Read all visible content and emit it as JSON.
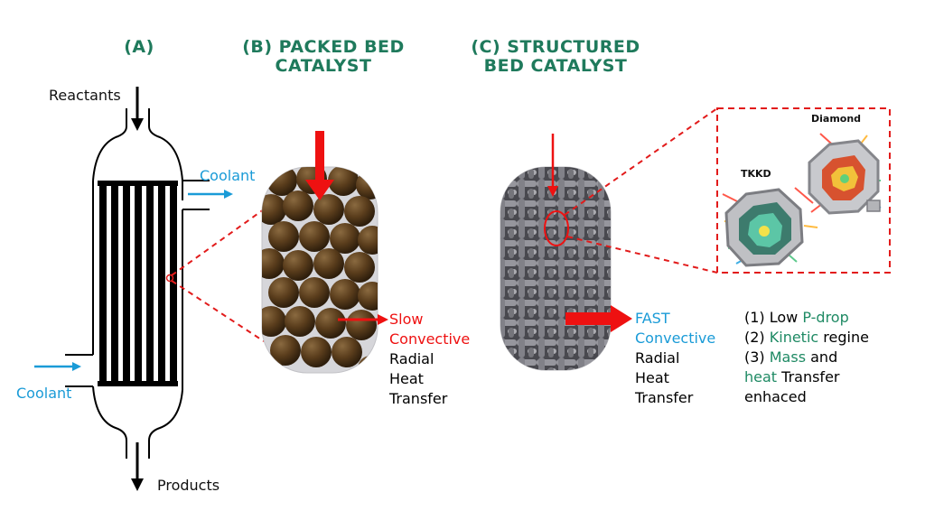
{
  "headings": {
    "a": "(A)",
    "b_line1": "(B) PACKED BED",
    "b_line2": "CATALYST",
    "c_line1": "(C) STRUCTURED",
    "c_line2": "BED CATALYST"
  },
  "reactor": {
    "reactants": "Reactants",
    "products": "Products",
    "coolant_in": "Coolant",
    "coolant_out": "Coolant"
  },
  "packed_bed": {
    "line1": "Slow",
    "line2": "Convective",
    "line3": "Radial",
    "line4": "Heat",
    "line5": "Transfer"
  },
  "structured_bed": {
    "line1": "FAST",
    "line2": "Convective",
    "line3": "Radial",
    "line4": "Heat",
    "line5": "Transfer"
  },
  "inset": {
    "label_diamond": "Diamond",
    "label_tkkd": "TKKD"
  },
  "benefits": {
    "b1_prefix": "(1) Low ",
    "b1_highlight": "P-drop",
    "b2_prefix": "(2) ",
    "b2_highlight": "Kinetic",
    "b2_suffix": " regine",
    "b3_prefix": "(3) ",
    "b3_highlight": "Mass",
    "b3_suffix": " and",
    "b4_highlight": "heat",
    "b4_suffix": " Transfer",
    "b5": "enhaced"
  },
  "colors": {
    "heading": "#1f7a5c",
    "coolant": "#1a9bd7",
    "flow_arrow": "#ee1111",
    "highlight": "#1f8a64"
  }
}
